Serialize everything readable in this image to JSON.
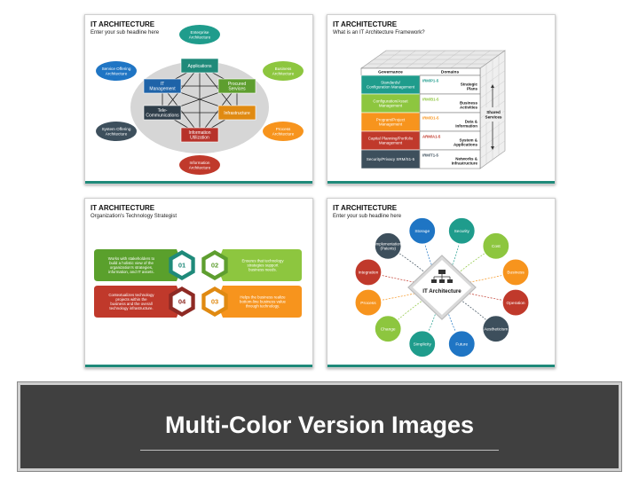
{
  "slides": [
    {
      "title": "IT ARCHITECTURE",
      "subtitle": "Enter your sub headline here",
      "outer_nodes": [
        {
          "label": [
            "Enterprise",
            "Architecture"
          ],
          "color": "#1f9c8c"
        },
        {
          "label": [
            "Business",
            "Architecture"
          ],
          "color": "#8dc63f"
        },
        {
          "label": [
            "Process",
            "Architecture"
          ],
          "color": "#f7941d"
        },
        {
          "label": [
            "Information",
            "Architecture"
          ],
          "color": "#c0392b"
        },
        {
          "label": [
            "System Offering",
            "Architecture"
          ],
          "color": "#3d4f5c"
        },
        {
          "label": [
            "Service Offering",
            "Architecture"
          ],
          "color": "#1f75c4"
        }
      ],
      "inner_boxes": [
        {
          "label": [
            "Applications"
          ],
          "color": "#1f8a7a"
        },
        {
          "label": [
            "Procured",
            "Services"
          ],
          "color": "#5e9e2f"
        },
        {
          "label": [
            "Infrastructure"
          ],
          "color": "#e08a12"
        },
        {
          "label": [
            "Information",
            "Utilization"
          ],
          "color": "#b7322a"
        },
        {
          "label": [
            "Tele-",
            "Communications"
          ],
          "color": "#2f3e4a"
        },
        {
          "label": [
            "IT",
            "Management"
          ],
          "color": "#1e63a8"
        }
      ]
    },
    {
      "title": "IT ARCHITECTURE",
      "subtitle": "What is an IT Architecture Framework?",
      "col_headers": [
        "Governance",
        "Domains"
      ],
      "side_label": [
        "Shared",
        "Services"
      ],
      "rows": [
        {
          "left": [
            "Standards/",
            "Configuration Management"
          ],
          "code": "IRM/P1-5",
          "right": [
            "Strategic",
            "Plans"
          ],
          "color": "#1f9c8c"
        },
        {
          "left": [
            "Configuration/Asset",
            "Management"
          ],
          "code": "IRM/B1-5",
          "right": [
            "Business",
            "Activities"
          ],
          "color": "#8dc63f"
        },
        {
          "left": [
            "Program/Project",
            "Management"
          ],
          "code": "IRM/D1-5",
          "right": [
            "Data &",
            "Information"
          ],
          "color": "#f7941d"
        },
        {
          "left": [
            "Capital Planning/Portfolio",
            "Management"
          ],
          "code": "ARM/A1-5",
          "right": [
            "System &",
            "Applications"
          ],
          "color": "#c0392b"
        },
        {
          "left": [
            "Security/Privacy SRM/S1-5"
          ],
          "code": "IRM/T1-5",
          "right": [
            "Networks &",
            "Infrastructure"
          ],
          "color": "#3d4f5c"
        }
      ]
    },
    {
      "title": "IT ARCHITECTURE",
      "subtitle": "Organization's Technology Strategist",
      "items": [
        {
          "number": "01",
          "text": [
            "Works with stakeholders to",
            "build a holistic view of the",
            "organization's strategies,",
            "information, and IT assets."
          ],
          "color": "#5aa02c",
          "hex": "#1f8a7a"
        },
        {
          "number": "02",
          "text": [
            "Ensures that technology",
            "strategies support",
            "business needs."
          ],
          "color": "#8dc63f",
          "hex": "#5e9e2f"
        },
        {
          "number": "03",
          "text": [
            "Helps the business realize",
            "bottom-line business value",
            "through technology."
          ],
          "color": "#f7941d",
          "hex": "#e08a12"
        },
        {
          "number": "04",
          "text": [
            "Contextualizes technology",
            "projects within the",
            "business and the overall",
            "technology infrastructure."
          ],
          "color": "#c0392b",
          "hex": "#8e2a24"
        }
      ]
    },
    {
      "title": "IT ARCHITECTURE",
      "subtitle": "Enter your sub headline here",
      "center_label": "IT Architecture",
      "nodes": [
        {
          "label": [
            "Storage"
          ],
          "color": "#1f75c4"
        },
        {
          "label": [
            "Security"
          ],
          "color": "#1f9c8c"
        },
        {
          "label": [
            "Cost"
          ],
          "color": "#8dc63f"
        },
        {
          "label": [
            "Business"
          ],
          "color": "#f7941d"
        },
        {
          "label": [
            "Operation"
          ],
          "color": "#c0392b"
        },
        {
          "label": [
            "Aestheticism"
          ],
          "color": "#3d4f5c"
        },
        {
          "label": [
            "Future"
          ],
          "color": "#1f75c4"
        },
        {
          "label": [
            "Simplicity"
          ],
          "color": "#1f9c8c"
        },
        {
          "label": [
            "Change"
          ],
          "color": "#8dc63f"
        },
        {
          "label": [
            "Process"
          ],
          "color": "#f7941d"
        },
        {
          "label": [
            "Integration"
          ],
          "color": "#c0392b"
        },
        {
          "label": [
            "Implementation",
            "(Patents)"
          ],
          "color": "#3d4f5c"
        }
      ]
    }
  ],
  "banner": {
    "title": "Multi-Color Version Images"
  }
}
